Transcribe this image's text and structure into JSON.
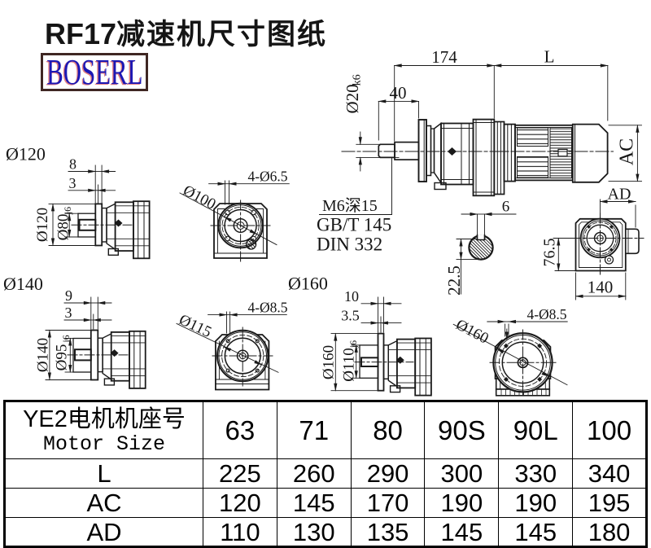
{
  "title": {
    "model": "RF17",
    "suffix": "减速机尺寸图纸"
  },
  "logo": {
    "text": "BOSERL"
  },
  "views": {
    "v120": {
      "group_label": "Ø120",
      "flange_thickness": "8",
      "spigot_offset": "3",
      "flange_od": "Ø120",
      "spigot_d": "Ø80",
      "spigot_tol": "j6",
      "bolt_circle": "Ø100",
      "bolt_holes": "4-Ø6.5"
    },
    "v140": {
      "group_label": "Ø140",
      "flange_thickness": "9",
      "spigot_offset": "3",
      "flange_od": "Ø140",
      "spigot_d": "Ø95",
      "spigot_tol": "j6",
      "bolt_circle": "Ø115",
      "bolt_holes": "4-Ø8.5"
    },
    "v160": {
      "group_label": "Ø160",
      "flange_thickness": "10",
      "spigot_offset": "3.5",
      "flange_od": "Ø160",
      "spigot_d": "Ø110",
      "spigot_tol": "j6",
      "bolt_circle": "Ø160",
      "bolt_holes": "4-Ø8.5"
    }
  },
  "assembly": {
    "overall_len": "174",
    "motor_len": "L",
    "shaft_len": "40",
    "shaft_d": "Ø20",
    "shaft_tol": "k6",
    "motor_od": "AC",
    "rear_depth": "AD",
    "tap_note": "M6深15",
    "tap_std1": "GB/T 145",
    "tap_std2": "DIN 332",
    "key_w": "6",
    "key_depth": "22.5",
    "rear_center_h": "76.5",
    "rear_w": "140"
  },
  "table": {
    "row_header_cn": "YE2电机机座号",
    "row_header_en": "Motor Size",
    "motor_sizes": [
      "63",
      "71",
      "80",
      "90S",
      "90L",
      "100"
    ],
    "rows": [
      {
        "label": "L",
        "values": [
          "225",
          "260",
          "290",
          "300",
          "330",
          "340"
        ]
      },
      {
        "label": "AC",
        "values": [
          "120",
          "145",
          "170",
          "190",
          "190",
          "195"
        ]
      },
      {
        "label": "AD",
        "values": [
          "110",
          "130",
          "135",
          "145",
          "145",
          "180"
        ]
      }
    ]
  }
}
